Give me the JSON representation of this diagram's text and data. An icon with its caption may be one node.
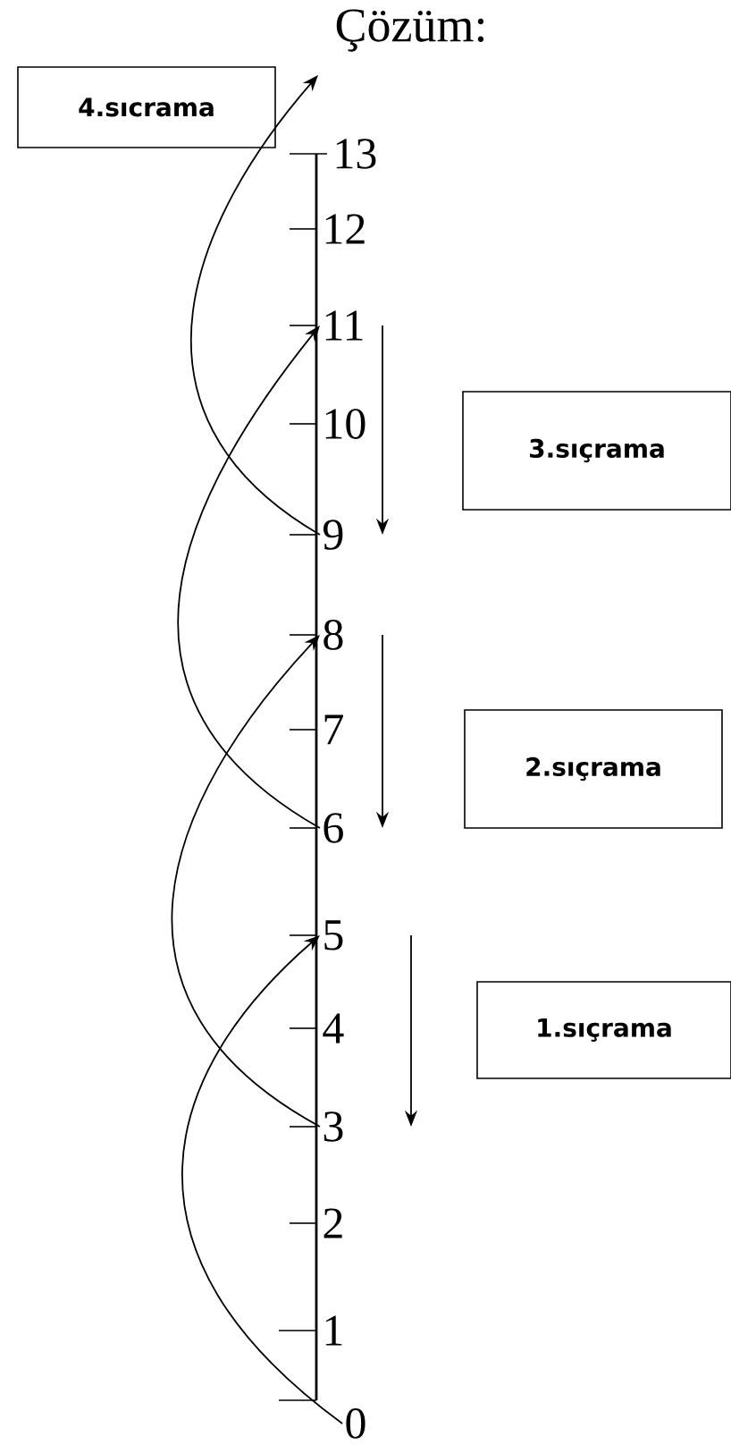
{
  "diagram": {
    "title": "Çözüm:",
    "nodes": [
      {
        "text": [
          "4.sıcrama"
        ]
      },
      {
        "text": [
          "13"
        ]
      },
      {
        "text": [
          "12"
        ]
      },
      {
        "text": [
          "11"
        ]
      },
      {
        "text": [
          "10"
        ]
      },
      {
        "text": [
          "9"
        ]
      },
      {
        "text": [
          "8"
        ]
      },
      {
        "text": [
          "7"
        ]
      },
      {
        "text": [
          "6"
        ]
      },
      {
        "text": [
          "5"
        ]
      },
      {
        "text": [
          "4"
        ]
      },
      {
        "text": [
          "3"
        ]
      },
      {
        "text": [
          "2"
        ]
      },
      {
        "text": [
          "1"
        ]
      },
      {
        "text": [
          "0"
        ]
      },
      {
        "text": [
          "3.sıçrama"
        ]
      },
      {
        "text": [
          "2.sıçrama"
        ]
      },
      {
        "text": [
          "1.sıçrama"
        ]
      }
    ],
    "edges": [
      {
        "from": 14,
        "to": 9,
        "arrow": "to"
      },
      {
        "from": 11,
        "to": 6,
        "arrow": "to"
      },
      {
        "from": 8,
        "to": 3,
        "arrow": "to"
      },
      {
        "from": 5,
        "to": null,
        "arrow": "to"
      },
      {
        "from": 9,
        "to": 11,
        "arrow": "to"
      },
      {
        "from": 6,
        "to": 8,
        "arrow": "to"
      },
      {
        "from": 3,
        "to": 5,
        "arrow": "to"
      }
    ]
  }
}
